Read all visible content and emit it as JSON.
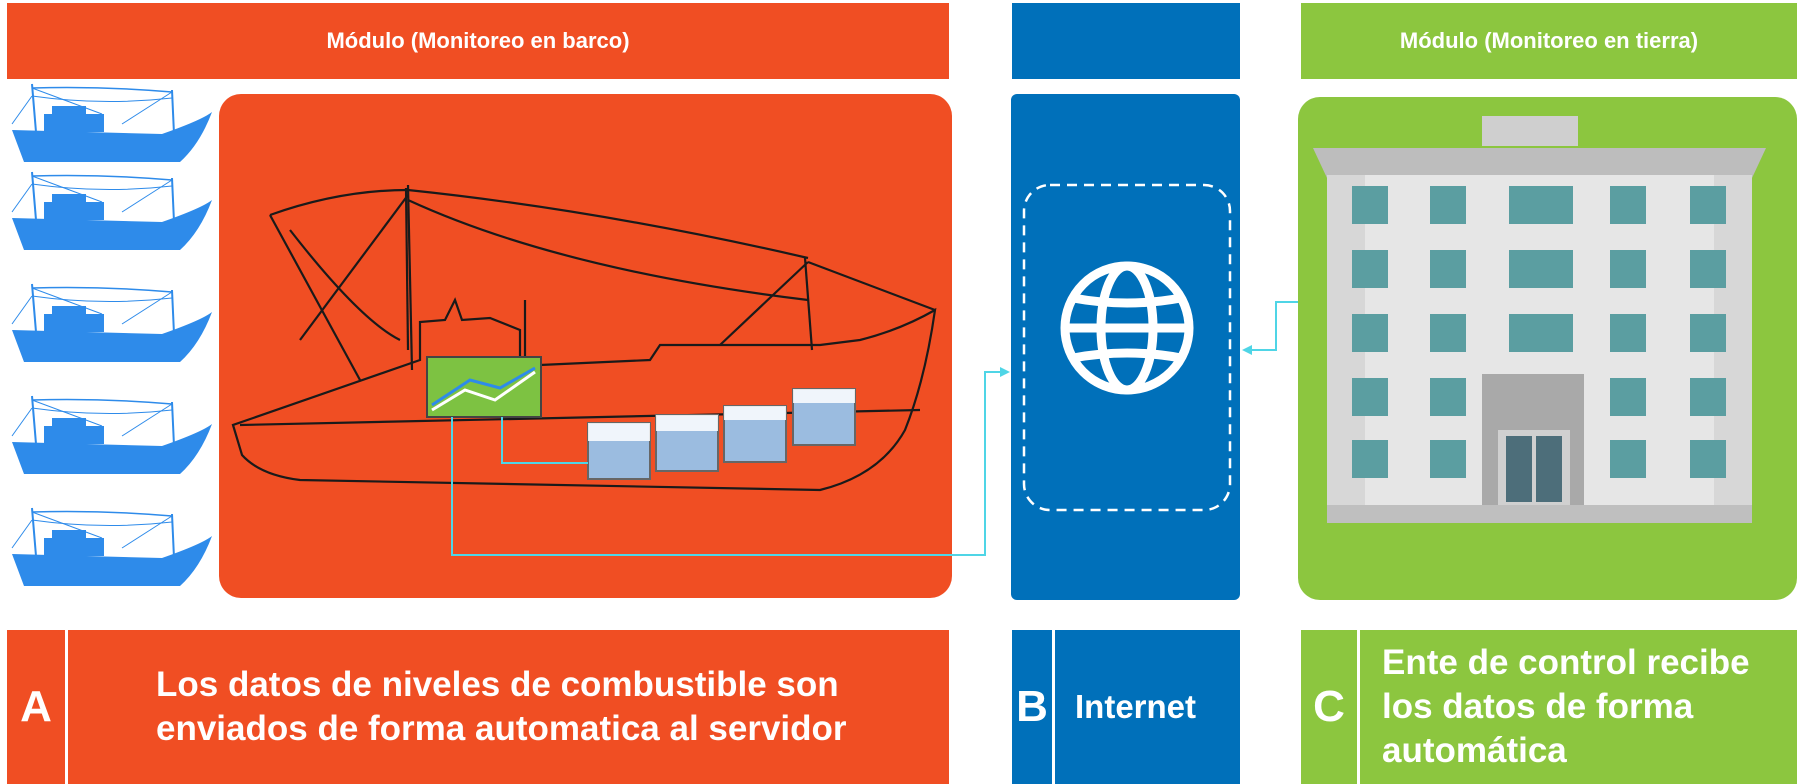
{
  "headers": {
    "ship_module": "Módulo (Monitoreo en barco)",
    "internet_module": "",
    "land_module": "Módulo (Monitoreo en tierra)"
  },
  "steps": [
    {
      "letter": "A",
      "text": "Los datos de niveles de combustible son enviados de forma automatica al servidor"
    },
    {
      "letter": "B",
      "text": "Internet"
    },
    {
      "letter": "C",
      "text": "Ente de control recibe los datos de forma automática"
    }
  ],
  "colors": {
    "orange": "#F04E23",
    "blue": "#0070BA",
    "green": "#8CC63F",
    "boat_blue": "#2E8BEA",
    "connector": "#4FD5E6"
  },
  "icons": [
    "fishing-boat-icon",
    "globe-icon",
    "building-icon",
    "chart-monitor-icon",
    "fuel-tank-icon"
  ]
}
